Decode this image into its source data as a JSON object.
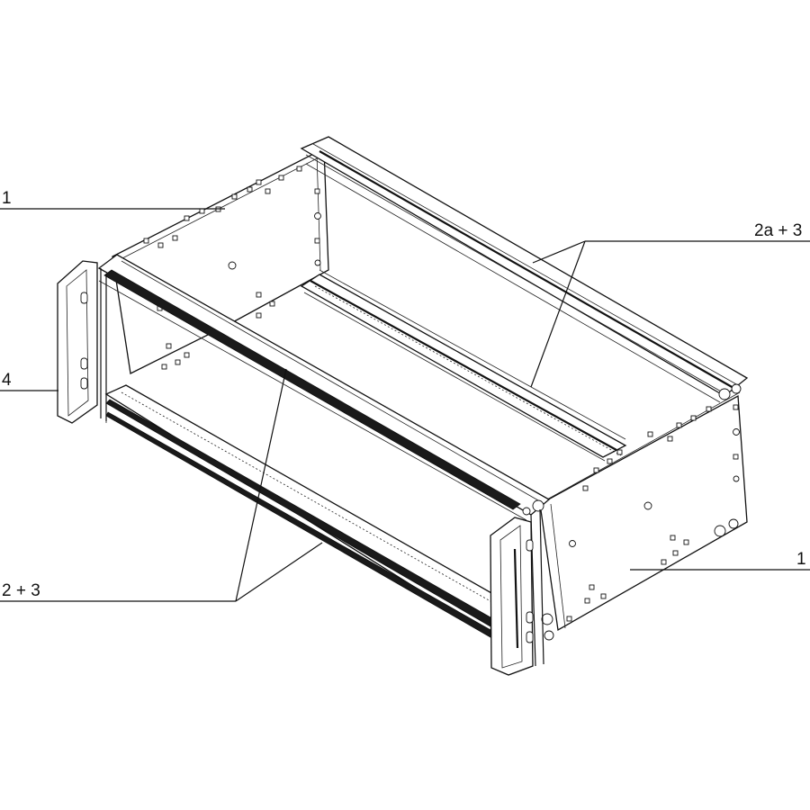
{
  "labels": {
    "side_panel_left": "1",
    "side_panel_right": "1",
    "rails_rear": "2a + 3",
    "handle": "4",
    "rails_front": "2 + 3"
  }
}
